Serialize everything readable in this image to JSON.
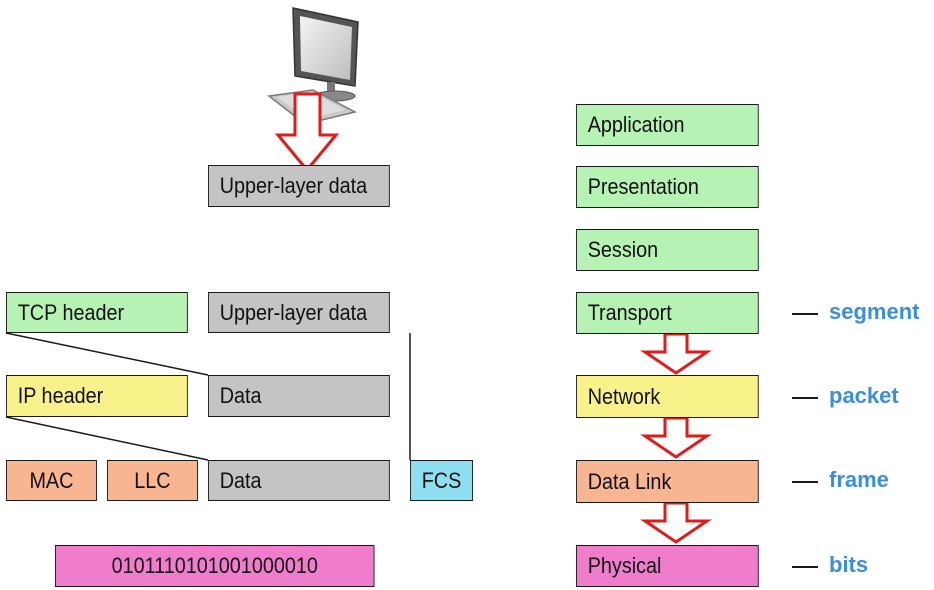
{
  "colors": {
    "green": "#b6f2b4",
    "yellow": "#f9f28a",
    "orange": "#f8b591",
    "blue": "#8de0f0",
    "pink": "#f07dcc",
    "gray": "#c4c4c4",
    "arrow": "#e11a1a",
    "label_blue": "#3a8fdc"
  },
  "computer_icon": "desktop-computer-icon",
  "encapsulation": {
    "upper_data": "Upper-layer data",
    "tcp_header": "TCP header",
    "tcp_data": "Upper-layer data",
    "ip_header": "IP header",
    "ip_data": "Data",
    "mac": "MAC",
    "llc": "LLC",
    "frame_data": "Data",
    "fcs": "FCS",
    "bits": "0101110101001000010"
  },
  "osi_layers": [
    "Application",
    "Presentation",
    "Session",
    "Transport",
    "Network",
    "Data Link",
    "Physical"
  ],
  "pdu_labels": {
    "transport": "segment",
    "network": "packet",
    "data_link": "frame",
    "physical": "bits"
  }
}
